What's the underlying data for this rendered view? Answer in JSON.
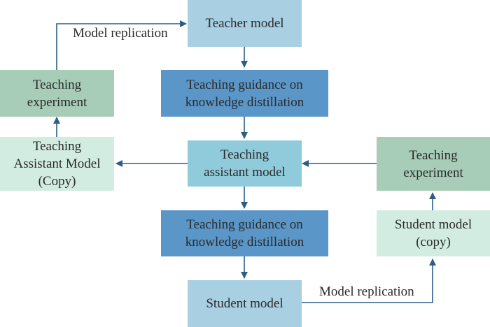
{
  "nodes": {
    "teacher_model": "Teacher model",
    "guidance_top": "Teaching guidance on\nknowledge distillation",
    "assistant_model": "Teaching\nassistant model",
    "guidance_bottom": "Teaching guidance on\nknowledge distillation",
    "student_model": "Student model",
    "experiment_left": "Teaching\nexperiment",
    "assistant_copy": "Teaching\nAssistant Model\n(Copy)",
    "experiment_right": "Teaching\nexperiment",
    "student_copy": "Student model\n(copy)"
  },
  "edge_labels": {
    "replication_top": "Model replication",
    "replication_bottom": "Model replication"
  },
  "colors": {
    "light_blue": "#a9cfe3",
    "mid_blue": "#5a96c8",
    "assistant_blue": "#90cbdc",
    "dark_green": "#a7cdb8",
    "light_green": "#d3ece2",
    "arrow": "#2c5f85"
  }
}
